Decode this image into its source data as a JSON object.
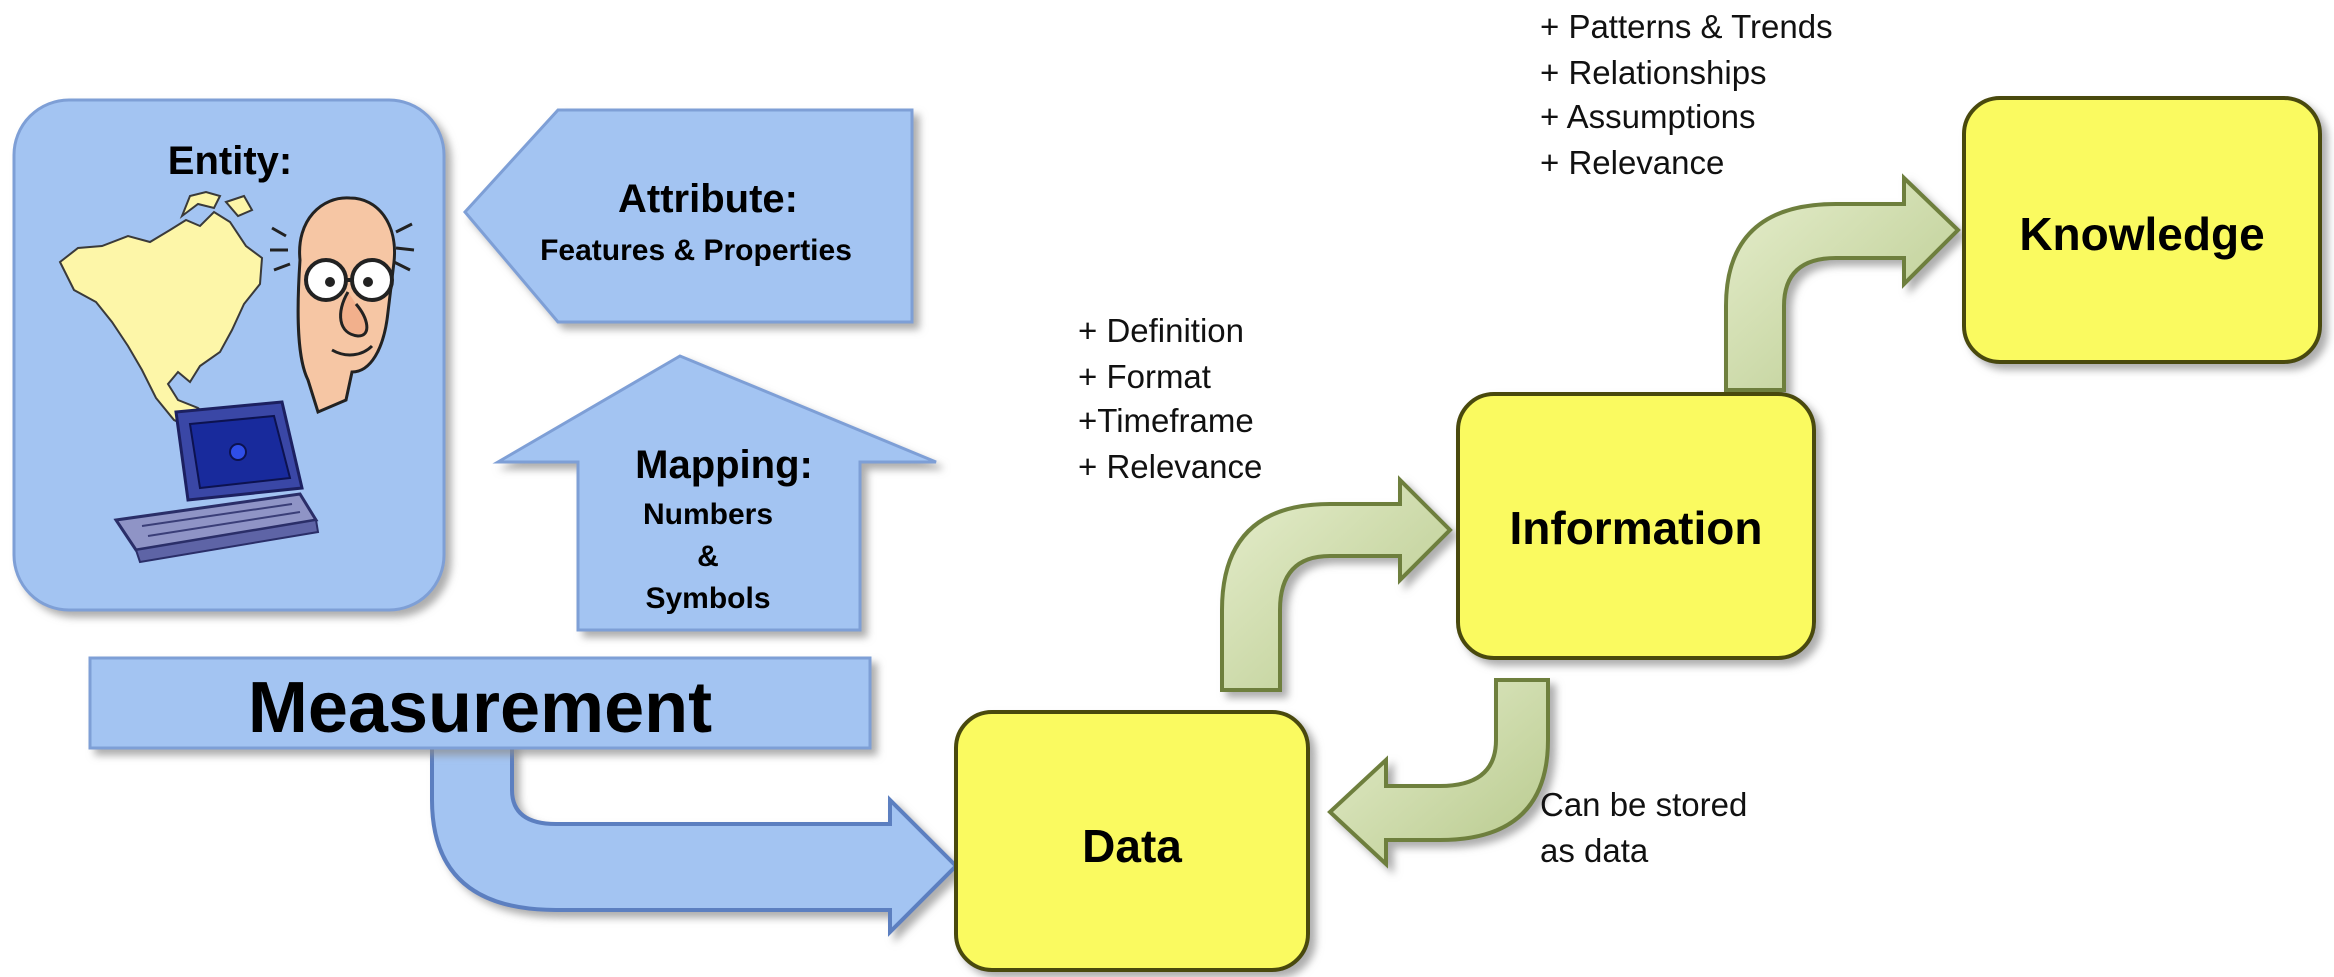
{
  "entity": {
    "title": "Entity:",
    "icons": [
      "north-america-map-icon",
      "cartoon-person-icon",
      "laptop-icon"
    ]
  },
  "attribute": {
    "title": "Attribute:",
    "subtitle": "Features & Properties"
  },
  "mapping": {
    "title": "Mapping:",
    "lines": [
      "Numbers",
      "&",
      "Symbols"
    ]
  },
  "measurement": {
    "label": "Measurement"
  },
  "nodes": {
    "data": "Data",
    "information": "Information",
    "knowledge": "Knowledge"
  },
  "data_to_information_notes": [
    "+ Definition",
    "+ Format",
    "+Timeframe",
    "+ Relevance"
  ],
  "information_to_knowledge_notes": [
    "+ Patterns & Trends",
    "+ Relationships",
    "+ Assumptions",
    "+ Relevance"
  ],
  "information_to_data_note": [
    "Can be stored",
    "as data"
  ],
  "colors": {
    "blue_fill": "#a3c4f2",
    "blue_stroke": "#6f8fcf",
    "yellow_fill": "#fafa60",
    "yellow_stroke": "#4a4a10",
    "green_fill": "#cddcaa",
    "green_stroke": "#6e7f3e"
  }
}
